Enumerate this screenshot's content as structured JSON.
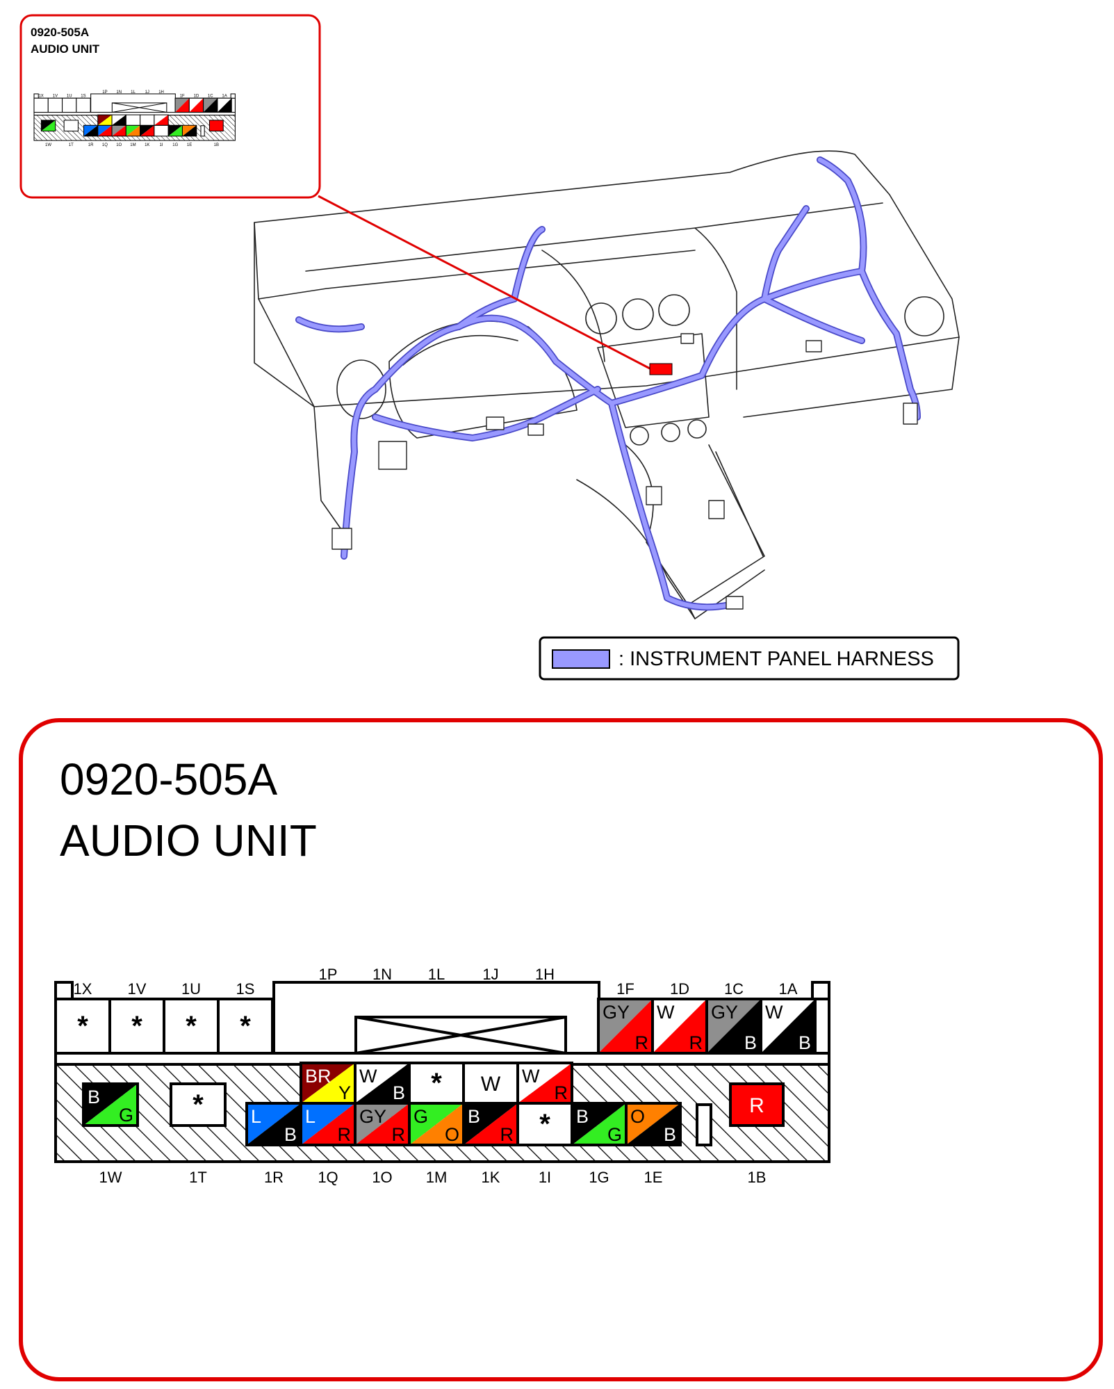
{
  "connector_code": "0920-505A",
  "connector_name": "AUDIO UNIT",
  "legend_label": ": INSTRUMENT PANEL HARNESS",
  "colors": {
    "B": "#000000",
    "W": "#ffffff",
    "R": "#ff0000",
    "G": "#33ee22",
    "Y": "#ffff00",
    "L": "#0070ff",
    "O": "#ff8000",
    "GY": "#8f8f8f",
    "BR": "#8b0000",
    "frame": "#e00000",
    "harness": "#9999ff",
    "harness_edge": "#4848c8"
  },
  "top_row": {
    "upper_labels": [
      "1P",
      "1N",
      "1L",
      "1J",
      "1H"
    ],
    "left_pins": [
      {
        "label": "1X",
        "wire": null
      },
      {
        "label": "1V",
        "wire": null
      },
      {
        "label": "1U",
        "wire": null
      },
      {
        "label": "1S",
        "wire": null
      }
    ],
    "right_pins": [
      {
        "label": "1F",
        "wire": [
          "GY",
          "R"
        ]
      },
      {
        "label": "1D",
        "wire": [
          "W",
          "R"
        ]
      },
      {
        "label": "1C",
        "wire": [
          "GY",
          "B"
        ]
      },
      {
        "label": "1A",
        "wire": [
          "W",
          "B"
        ]
      }
    ]
  },
  "bottom_row": {
    "pins": [
      {
        "label": "1W",
        "wire": [
          "B",
          "G"
        ]
      },
      {
        "label": "1T",
        "wire": null
      },
      {
        "label": "1R",
        "wire": [
          "L",
          "B"
        ]
      },
      {
        "label": "1Q",
        "wire": [
          "L",
          "R"
        ]
      },
      {
        "label": "1O",
        "wire": [
          "GY",
          "R"
        ]
      },
      {
        "label": "1M",
        "wire": [
          "G",
          "O"
        ]
      },
      {
        "label": "1K",
        "wire": [
          "B",
          "R"
        ]
      },
      {
        "label": "1I",
        "wire": null
      },
      {
        "label": "1G",
        "wire": [
          "B",
          "G"
        ]
      },
      {
        "label": "1E",
        "wire": [
          "O",
          "B"
        ]
      },
      {
        "label": "1B",
        "wire": [
          "R"
        ]
      }
    ],
    "upper_pins": [
      {
        "wire": [
          "BR",
          "Y"
        ]
      },
      {
        "wire": [
          "W",
          "B"
        ]
      },
      {
        "wire": null
      },
      {
        "wire": [
          "W"
        ]
      },
      {
        "wire": [
          "W",
          "R"
        ]
      }
    ]
  }
}
